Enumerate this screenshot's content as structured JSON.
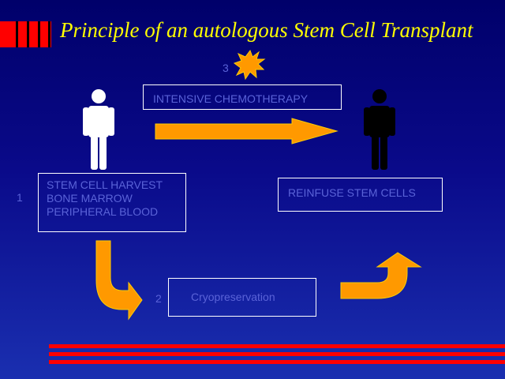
{
  "title": "Principle of an autologous Stem Cell Transplant",
  "steps": {
    "chemo": "INTENSIVE CHEMOTHERAPY",
    "harvest": [
      "STEM CELL HARVEST",
      "BONE MARROW",
      "PERIPHERAL BLOOD"
    ],
    "reinfuse": "REINFUSE STEM CELLS",
    "cryo": "Cryopreservation"
  },
  "numbers": {
    "one": "1",
    "two": "2",
    "three": "3"
  },
  "colors": {
    "title": "#ffff00",
    "arrow": "#ff9900",
    "box_text": "#5a63d8",
    "decor_red": "#ff0000",
    "starburst": "#ff9900"
  },
  "icons": {
    "donor": "white-person-icon",
    "recipient": "black-person-icon",
    "burst": "starburst-icon"
  }
}
